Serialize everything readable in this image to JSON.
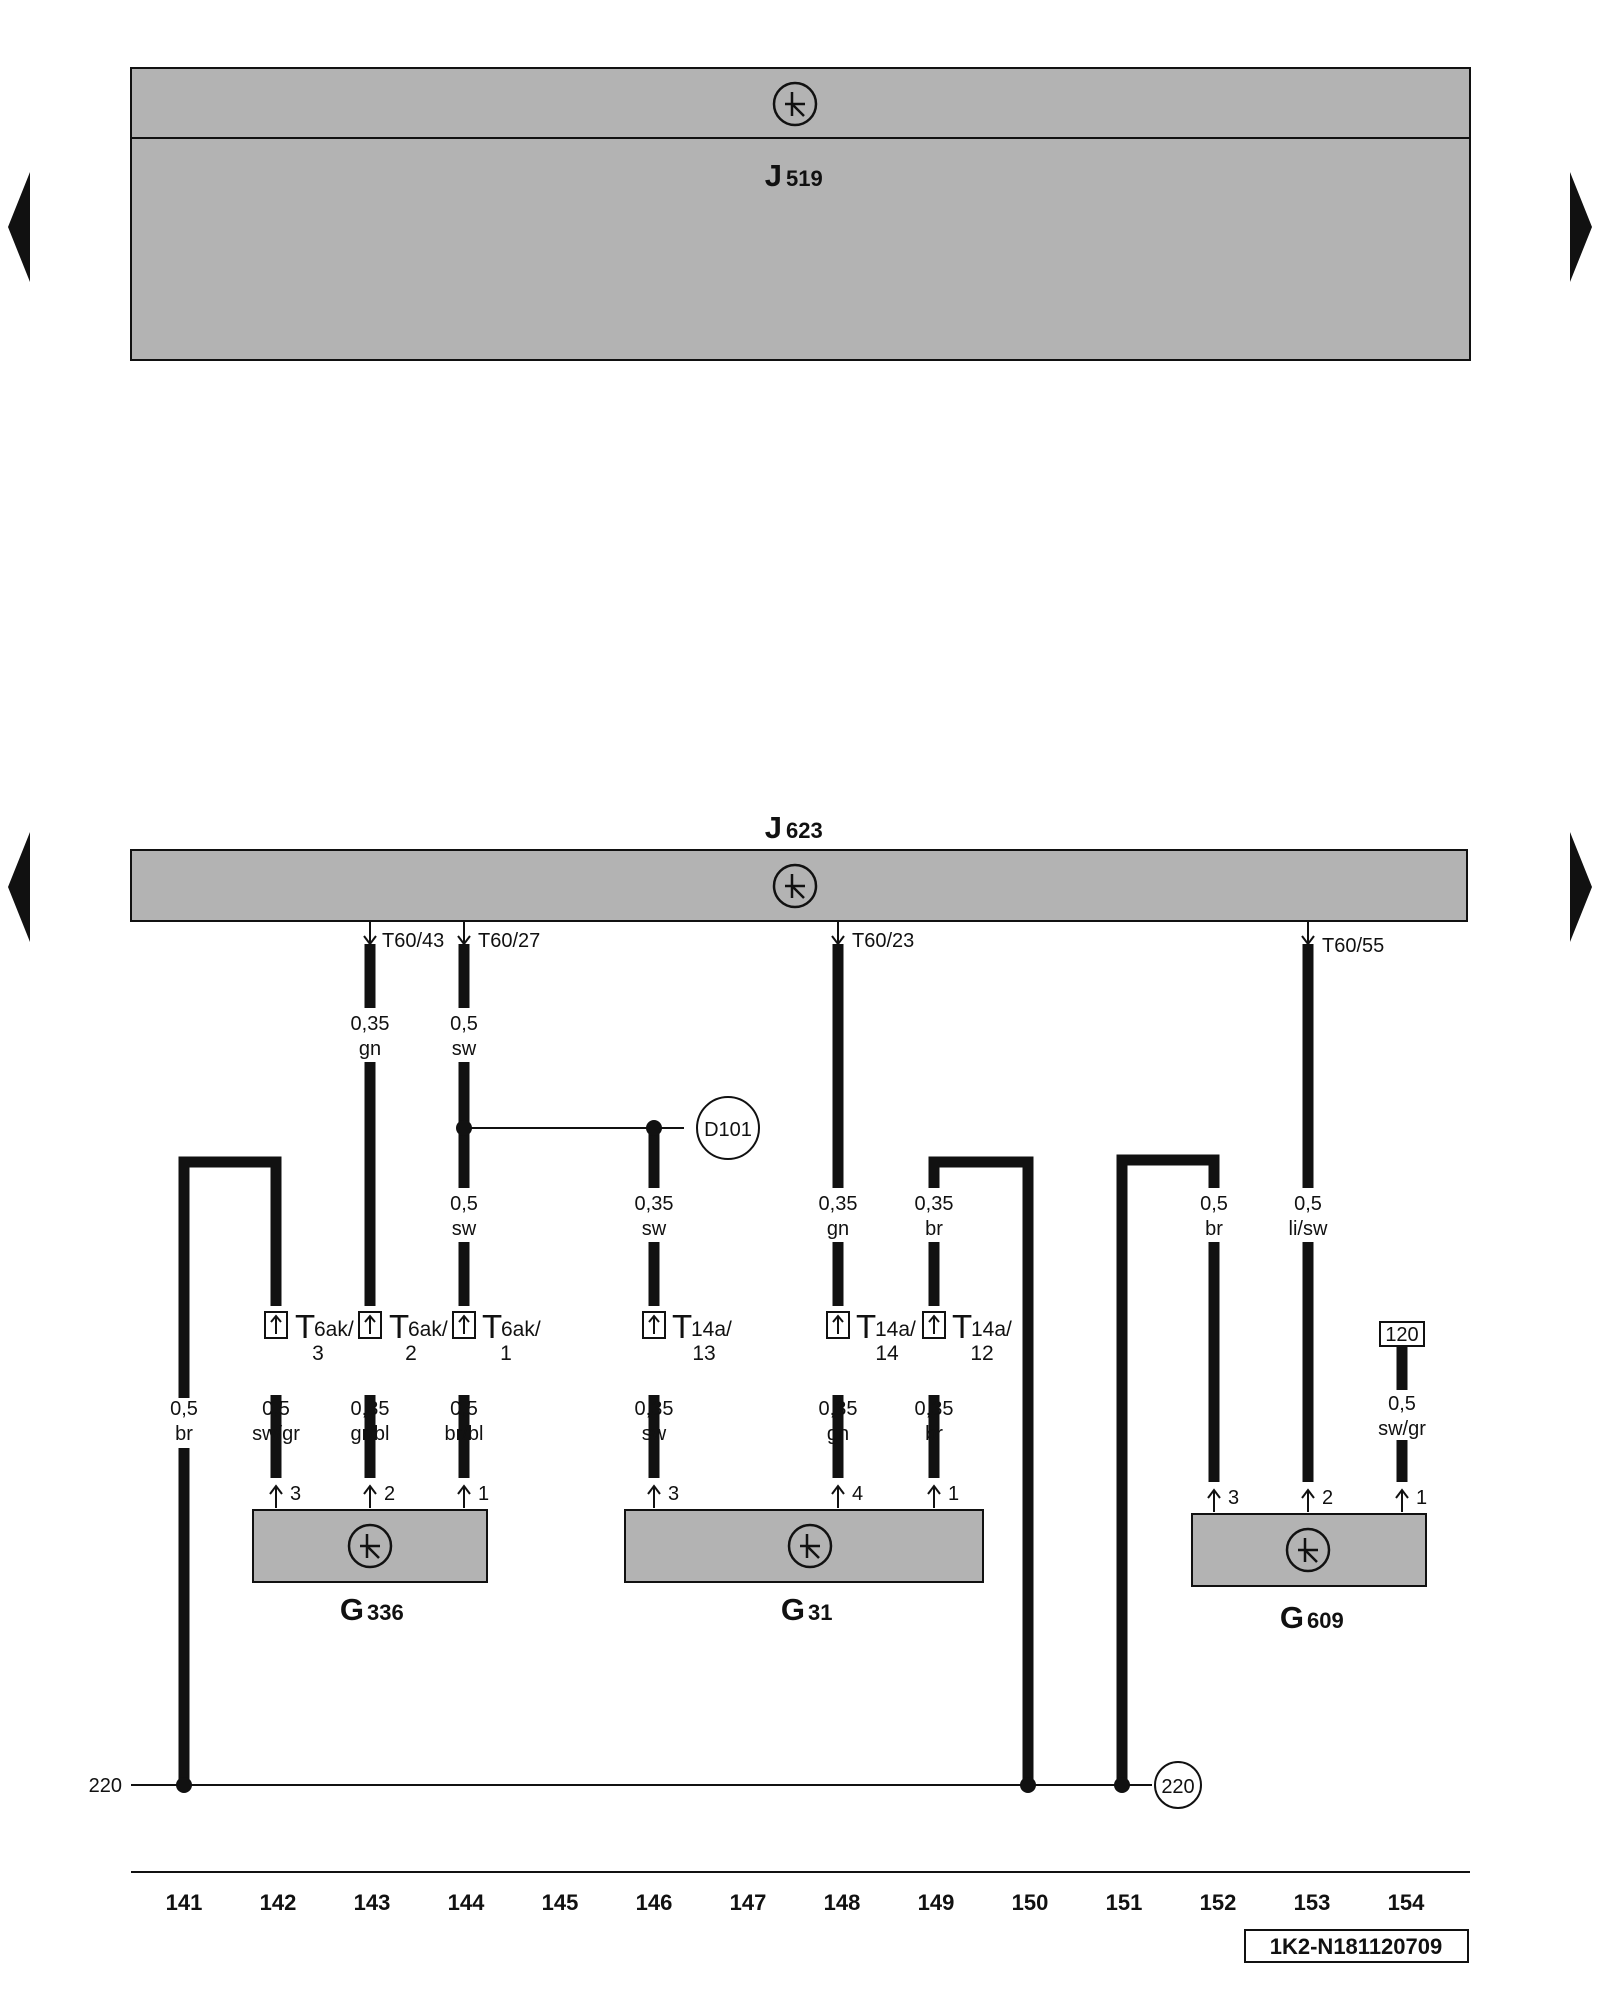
{
  "components": {
    "j519": {
      "letter": "J",
      "number": "519"
    },
    "j623": {
      "letter": "J",
      "number": "623"
    },
    "g336": {
      "letter": "G",
      "number": "336"
    },
    "g31": {
      "letter": "G",
      "number": "31"
    },
    "g609": {
      "letter": "G",
      "number": "609"
    }
  },
  "ecu_pins": {
    "t60_43": "T60/43",
    "t60_27": "T60/27",
    "t60_23": "T60/23",
    "t60_55": "T60/55"
  },
  "wires": {
    "w143_top": {
      "size": "0,35",
      "color": "gn"
    },
    "w144_top": {
      "size": "0,5",
      "color": "sw"
    },
    "w144_mid": {
      "size": "0,5",
      "color": "sw"
    },
    "w146_mid": {
      "size": "0,35",
      "color": "sw"
    },
    "w148_mid": {
      "size": "0,35",
      "color": "gn"
    },
    "w149_mid": {
      "size": "0,35",
      "color": "br"
    },
    "w152_mid": {
      "size": "0,5",
      "color": "br"
    },
    "w153_mid": {
      "size": "0,5",
      "color": "li/sw"
    },
    "w141_low": {
      "size": "0,5",
      "color": "br"
    },
    "w142_low": {
      "size": "0,5",
      "color": "sw/gr"
    },
    "w143_low": {
      "size": "0,35",
      "color": "gr/bl"
    },
    "w144_low": {
      "size": "0,5",
      "color": "br/bl"
    },
    "w146_low": {
      "size": "0,35",
      "color": "sw"
    },
    "w148_low": {
      "size": "0,35",
      "color": "gn"
    },
    "w149_low": {
      "size": "0,35",
      "color": "br"
    },
    "w154_low": {
      "size": "0,5",
      "color": "sw/gr"
    }
  },
  "connectors": {
    "t6ak_3": {
      "prefix": "T",
      "name": "6ak/",
      "pin": "3"
    },
    "t6ak_2": {
      "prefix": "T",
      "name": "6ak/",
      "pin": "2"
    },
    "t6ak_1": {
      "prefix": "T",
      "name": "6ak/",
      "pin": "1"
    },
    "t14a_13": {
      "prefix": "T",
      "name": "14a/",
      "pin": "13"
    },
    "t14a_14": {
      "prefix": "T",
      "name": "14a/",
      "pin": "14"
    },
    "t14a_12": {
      "prefix": "T",
      "name": "14a/",
      "pin": "12"
    }
  },
  "pins": {
    "g336_3": "3",
    "g336_2": "2",
    "g336_1": "1",
    "g31_3": "3",
    "g31_4": "4",
    "g31_1": "1",
    "g609_3": "3",
    "g609_2": "2",
    "g609_1": "1"
  },
  "ground_refs": {
    "d101": "D101",
    "ref220": "220",
    "ref220_left": "220"
  },
  "ref_box_120": "120",
  "columns": [
    "141",
    "142",
    "143",
    "144",
    "145",
    "146",
    "147",
    "148",
    "149",
    "150",
    "151",
    "152",
    "153",
    "154"
  ],
  "diagram_id": "1K2-N181120709"
}
